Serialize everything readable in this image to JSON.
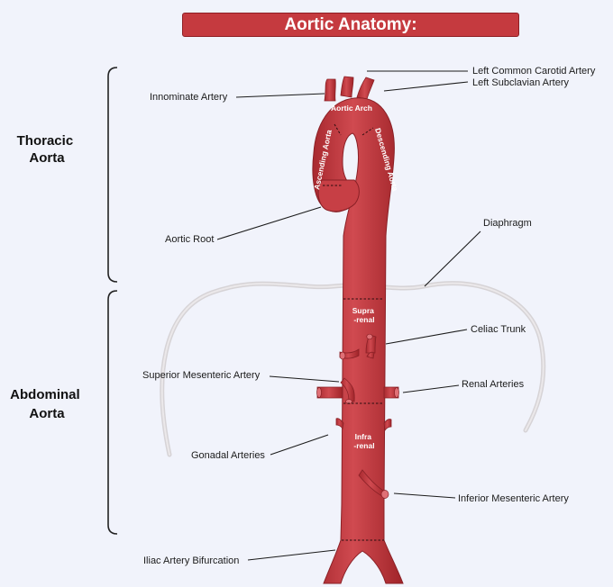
{
  "title": "Aortic Anatomy:",
  "sections": {
    "thoracic": [
      "Thoracic",
      "Aorta"
    ],
    "abdominal": [
      "Abdominal",
      "Aorta"
    ]
  },
  "labels": {
    "innominate": "Innominate Artery",
    "left_common_carotid": "Left Common Carotid Artery",
    "left_subclavian": "Left Subclavian Artery",
    "aortic_root": "Aortic Root",
    "diaphragm": "Diaphragm",
    "celiac_trunk": "Celiac Trunk",
    "superior_mesenteric": "Superior Mesenteric Artery",
    "renal_arteries": "Renal Arteries",
    "gonadal_arteries": "Gonadal Arteries",
    "inferior_mesenteric": "Inferior Mesenteric Artery",
    "iliac_bifurcation": "Iliac Artery Bifurcation"
  },
  "segments": {
    "aortic_arch": "Aortic Arch",
    "ascending": "Ascending Aorta",
    "descending": "Descending Aorta",
    "suprarenal": [
      "Supra",
      "-renal"
    ],
    "infrarenal": [
      "Infra",
      "-renal"
    ]
  },
  "colors": {
    "artery": "#c2393f",
    "artery_dark": "#93232a",
    "artery_light": "#de6d72",
    "banner": "#c53a3f",
    "background": "#f1f3fb"
  }
}
